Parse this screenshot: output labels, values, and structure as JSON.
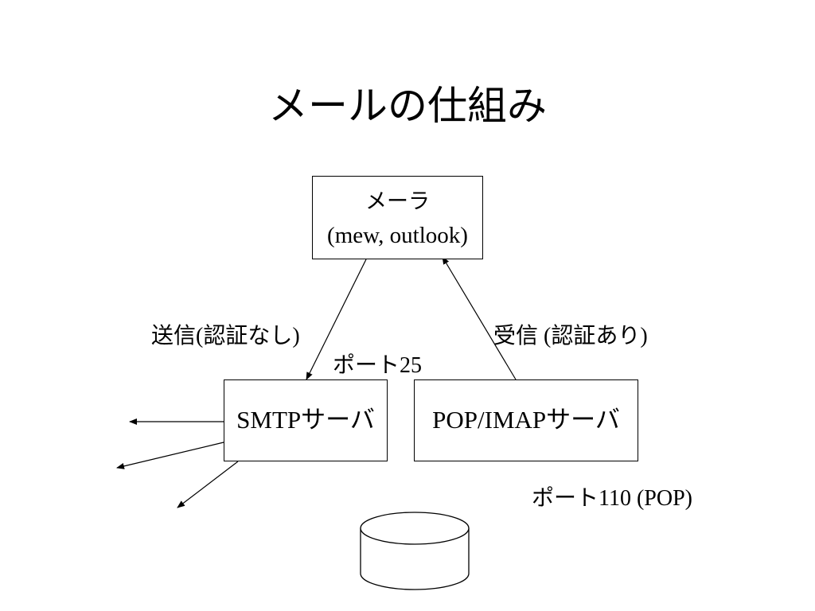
{
  "title": "メールの仕組み",
  "nodes": {
    "mailer": {
      "name": "メーラ",
      "detail": "(mew, outlook)"
    },
    "smtp_server": {
      "name": "SMTPサーバ"
    },
    "pop_imap_server": {
      "name": "POP/IMAPサーバ"
    }
  },
  "edges": {
    "send": {
      "label": "送信(認証なし)",
      "port": "ポート25"
    },
    "receive": {
      "label": "受信 (認証あり)",
      "port": "ポート110 (POP)"
    }
  }
}
